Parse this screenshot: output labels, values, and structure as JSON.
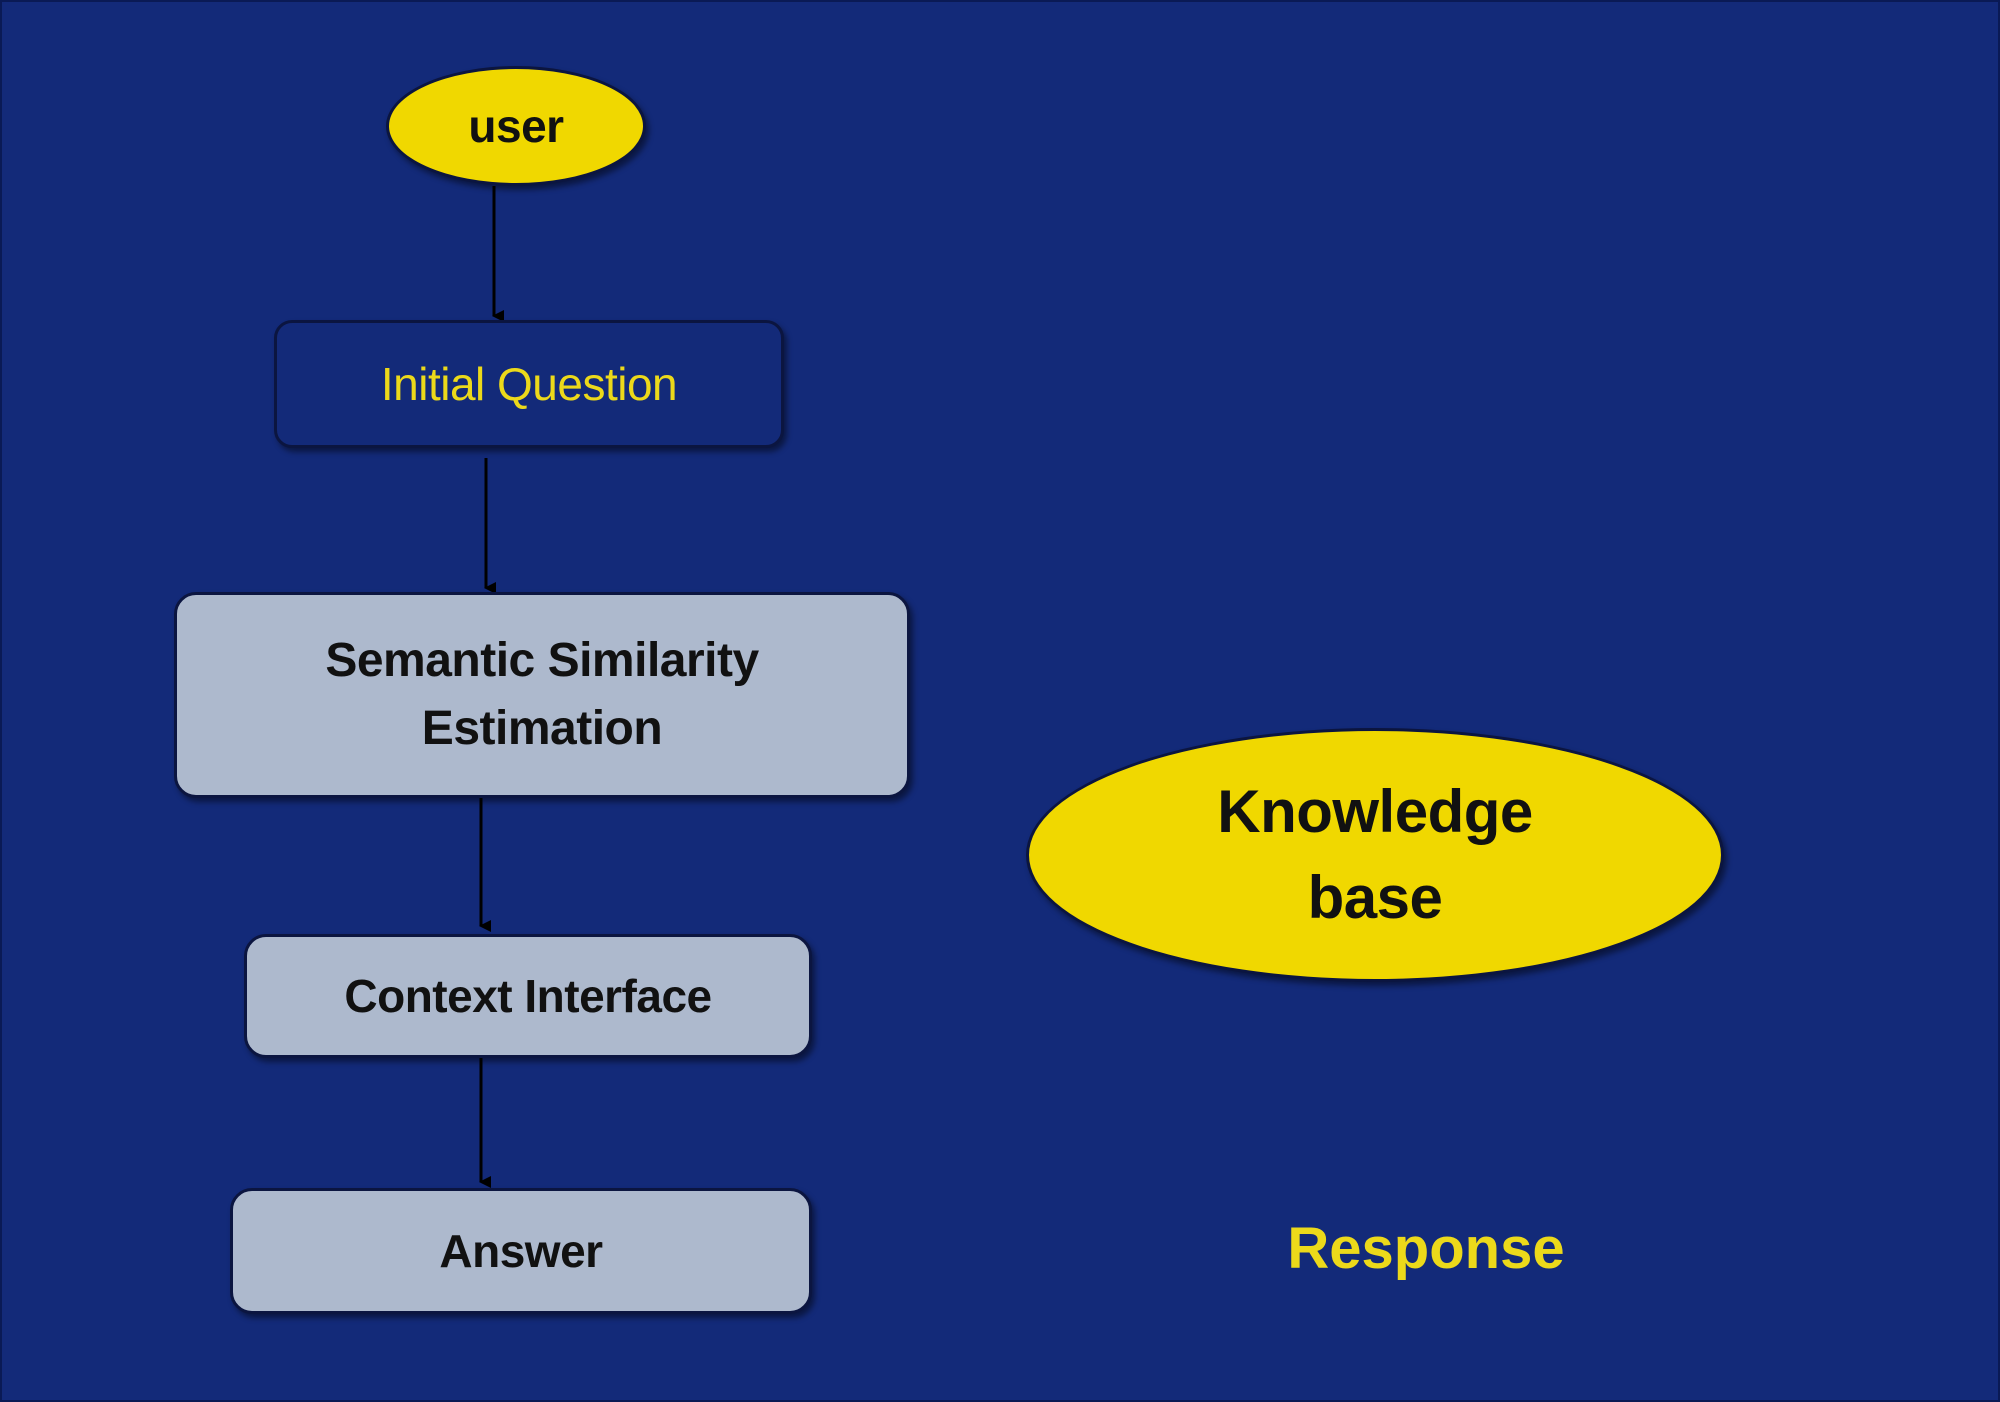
{
  "diagram": {
    "nodes": {
      "user": "user",
      "initial_question": "Initial Question",
      "semantic_line1": "Semantic Similarity",
      "semantic_line2": "Estimation",
      "context_interface": "Context Interface",
      "answer": "Answer",
      "knowledge_line1": "Knowledge",
      "knowledge_line2": "base",
      "response": "Response"
    },
    "edges": [
      {
        "from": "user",
        "to": "initial_question"
      },
      {
        "from": "initial_question",
        "to": "semantic_similarity_estimation"
      },
      {
        "from": "semantic_similarity_estimation",
        "to": "context_interface"
      },
      {
        "from": "context_interface",
        "to": "answer"
      }
    ],
    "colors": {
      "background": "#132a79",
      "yellow": "#f0d800",
      "grey_box": "#adb9cd",
      "arrow": "#000000"
    }
  }
}
